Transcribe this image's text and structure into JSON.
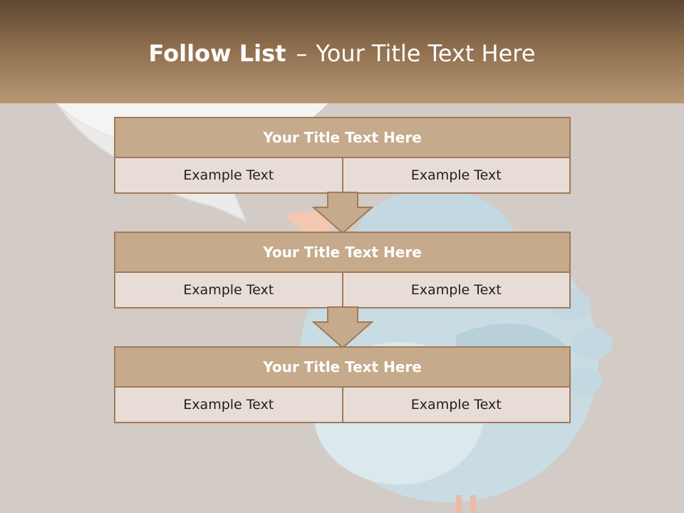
{
  "slide": {
    "title_bold": "Follow List",
    "title_separator": "–",
    "title_rest": "Your Title Text Here"
  },
  "blocks": [
    {
      "title": "Your Title Text Here",
      "left": "Example Text",
      "right": "Example Text"
    },
    {
      "title": "Your Title Text Here",
      "left": "Example Text",
      "right": "Example Text"
    },
    {
      "title": "Your Title Text Here",
      "left": "Example Text",
      "right": "Example Text"
    }
  ],
  "colors": {
    "header_top": "#5e4731",
    "header_bottom": "#b79774",
    "background": "#d2cbc6",
    "block_title": "#c6aa8c",
    "block_cell": "#e8ddd6",
    "border": "#a17a59"
  }
}
